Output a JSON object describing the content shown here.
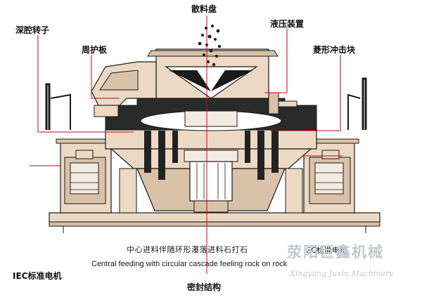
{
  "labels": {
    "scatter_tray": "散料盘",
    "deep_cavity_rotor": "深腔转子",
    "hydraulic_device": "液压装置",
    "peripheral_plate": "周护板",
    "diamond_impact_block": "菱形冲击块",
    "iec_motor_left": "IEC标准电机",
    "iec_motor_right": "IEC标准电机",
    "seal_structure": "密封结构"
  },
  "caption": {
    "zh": "中心进料伴随环形瀑落进料石打石",
    "en": "Central feeding with circular cascade feeling rock on rock"
  },
  "watermark": {
    "zh": "荥阳巨鑫机械",
    "en": "Xingyang Juxin Machinery"
  },
  "colors": {
    "body_fill": "#ecd9c4",
    "body_shade": "#d9c2a8",
    "outline": "#1a1a1a",
    "leader_line": "#d0021b",
    "material": "#222222",
    "watermark": "#c2c9cf"
  }
}
